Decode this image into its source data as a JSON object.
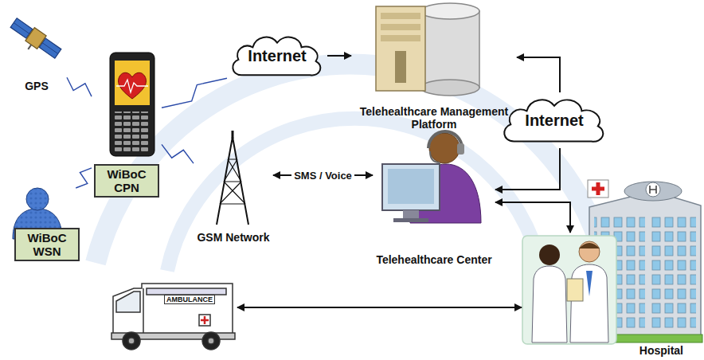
{
  "diagram": {
    "nodes": [
      {
        "text": [
          "GPS"
        ]
      },
      {
        "text": [
          "Internet"
        ]
      },
      {
        "text": [
          "Telehealthcare Management Platform"
        ]
      },
      {
        "text": [
          "WiBoC CPN"
        ]
      },
      {
        "text": [
          "Internet"
        ]
      },
      {
        "text": [
          "GSM Network"
        ]
      },
      {
        "text": [
          "Telehealthcare Center"
        ]
      },
      {
        "text": [
          "WiBoC WSN"
        ]
      },
      {
        "text": [
          "AMBULANCE"
        ]
      },
      {
        "text": [
          "Hospital"
        ]
      }
    ],
    "edges": [
      {
        "from": 1,
        "to": 2,
        "arrow": "to"
      },
      {
        "from": 4,
        "to": 2,
        "arrow": "to"
      },
      {
        "from": 4,
        "to": 6,
        "arrow": "to"
      },
      {
        "from": 6,
        "to": 9,
        "arrow": "both"
      },
      {
        "from": 5,
        "to": 6,
        "label": "SMS / Voice",
        "arrow": "both"
      },
      {
        "from": 8,
        "to": 9,
        "arrow": "both"
      },
      {
        "from": 0,
        "to": 3,
        "arrow": "none"
      },
      {
        "from": 3,
        "to": 1,
        "arrow": "none"
      },
      {
        "from": 3,
        "to": 5,
        "arrow": "none"
      },
      {
        "from": 7,
        "to": 3,
        "arrow": "none"
      }
    ]
  }
}
